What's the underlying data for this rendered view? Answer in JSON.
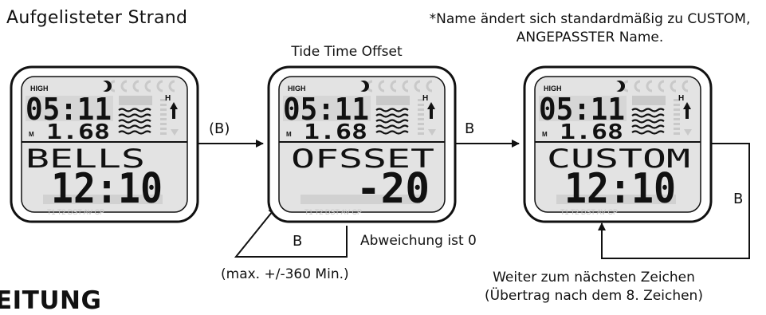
{
  "labels": {
    "title_left": "Aufgelisteter Strand",
    "note_line1": "*Name ändert sich standardmäßig zu CUSTOM,",
    "note_line2": "ANGEPASSTER Name.",
    "screen2_caption": "Tide Time Offset",
    "arrow1_label": "(B)",
    "arrow2_label": "B",
    "arrow3_label": "B",
    "loop_label": "B",
    "deviation": "Abweichung ist 0",
    "range": "(max. +/-360 Min.)",
    "next_char_line1": "Weiter zum nächsten Zeichen",
    "next_char_line2": "(Übertrag nach dem 8. Zeichen)",
    "heading_partial": "EITUNG"
  },
  "screens": [
    {
      "tag": "HIGH",
      "time": "05:11",
      "height": "1.68",
      "unit": "M",
      "tide_hl": "H",
      "line1": "BELLS",
      "line2": "12:10",
      "bottom": "T1 T2 DST AV CP"
    },
    {
      "tag": "HIGH",
      "time": "05:11",
      "height": "1.68",
      "unit": "M",
      "tide_hl": "H",
      "line1": "OFSSET",
      "line2": "-20",
      "bottom": "T1 T2 DST AV CP"
    },
    {
      "tag": "HIGH",
      "time": "05:11",
      "height": "1.68",
      "unit": "M",
      "tide_hl": "H",
      "line1": "CUSTOM",
      "line2": "12:10",
      "bottom": "T1 T2 DST AV CP"
    }
  ],
  "colors": {
    "ink": "#111111",
    "lcd_bg": "#e3e3e3",
    "lcd_ghost": "#c9c9c9",
    "frame": "#ffffff"
  }
}
